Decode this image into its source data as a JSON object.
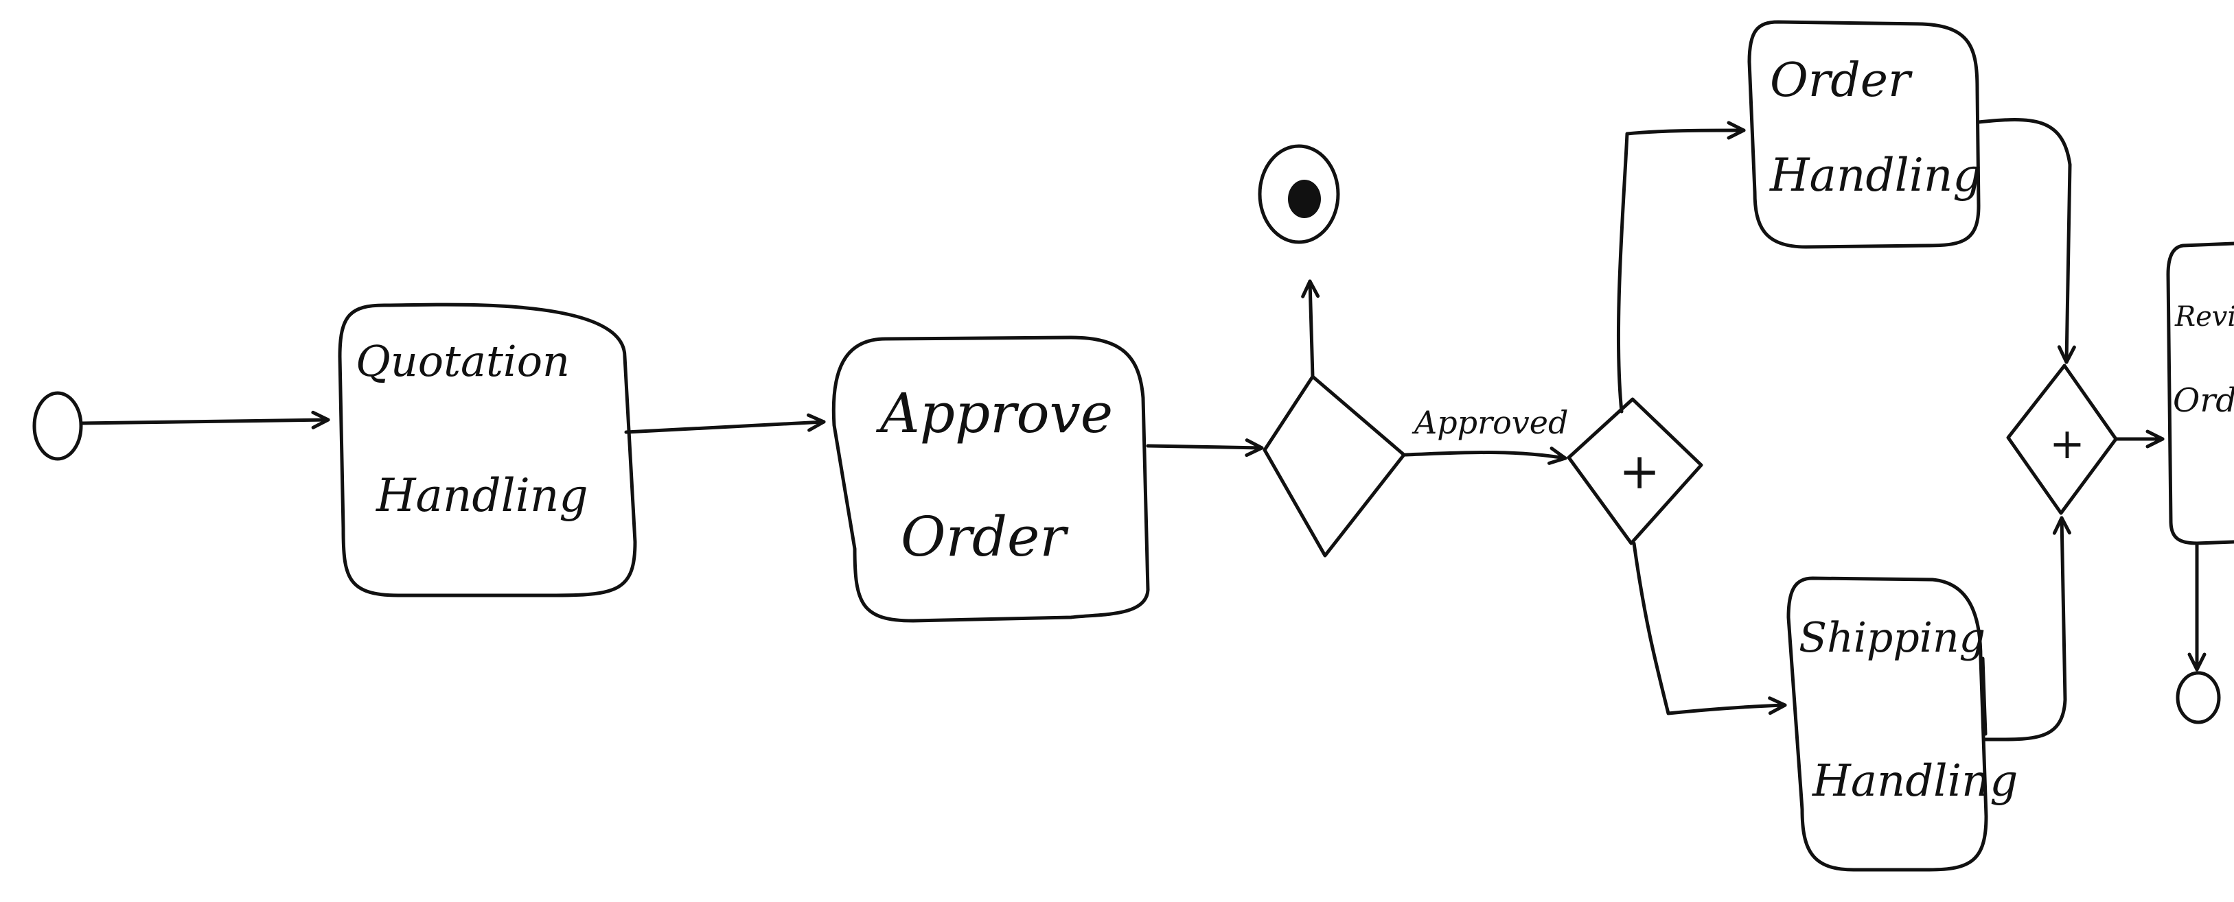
{
  "diagram": {
    "nodes": {
      "quotation": {
        "line1": "Quotation",
        "line2": "Handling"
      },
      "approve": {
        "line1": "Approve",
        "line2": "Order"
      },
      "order_handling": {
        "line1": "Order",
        "line2": "Handling"
      },
      "shipping_handling": {
        "line1": "Shipping",
        "line2": "Handling"
      },
      "review": {
        "line1": "Review",
        "line2": "Order"
      },
      "parallel_split": {
        "symbol": "+"
      },
      "parallel_join": {
        "symbol": "+"
      }
    },
    "edges": {
      "approved_label": "Approved"
    },
    "colors": {
      "ink": "#111111",
      "background": "#ffffff"
    }
  }
}
